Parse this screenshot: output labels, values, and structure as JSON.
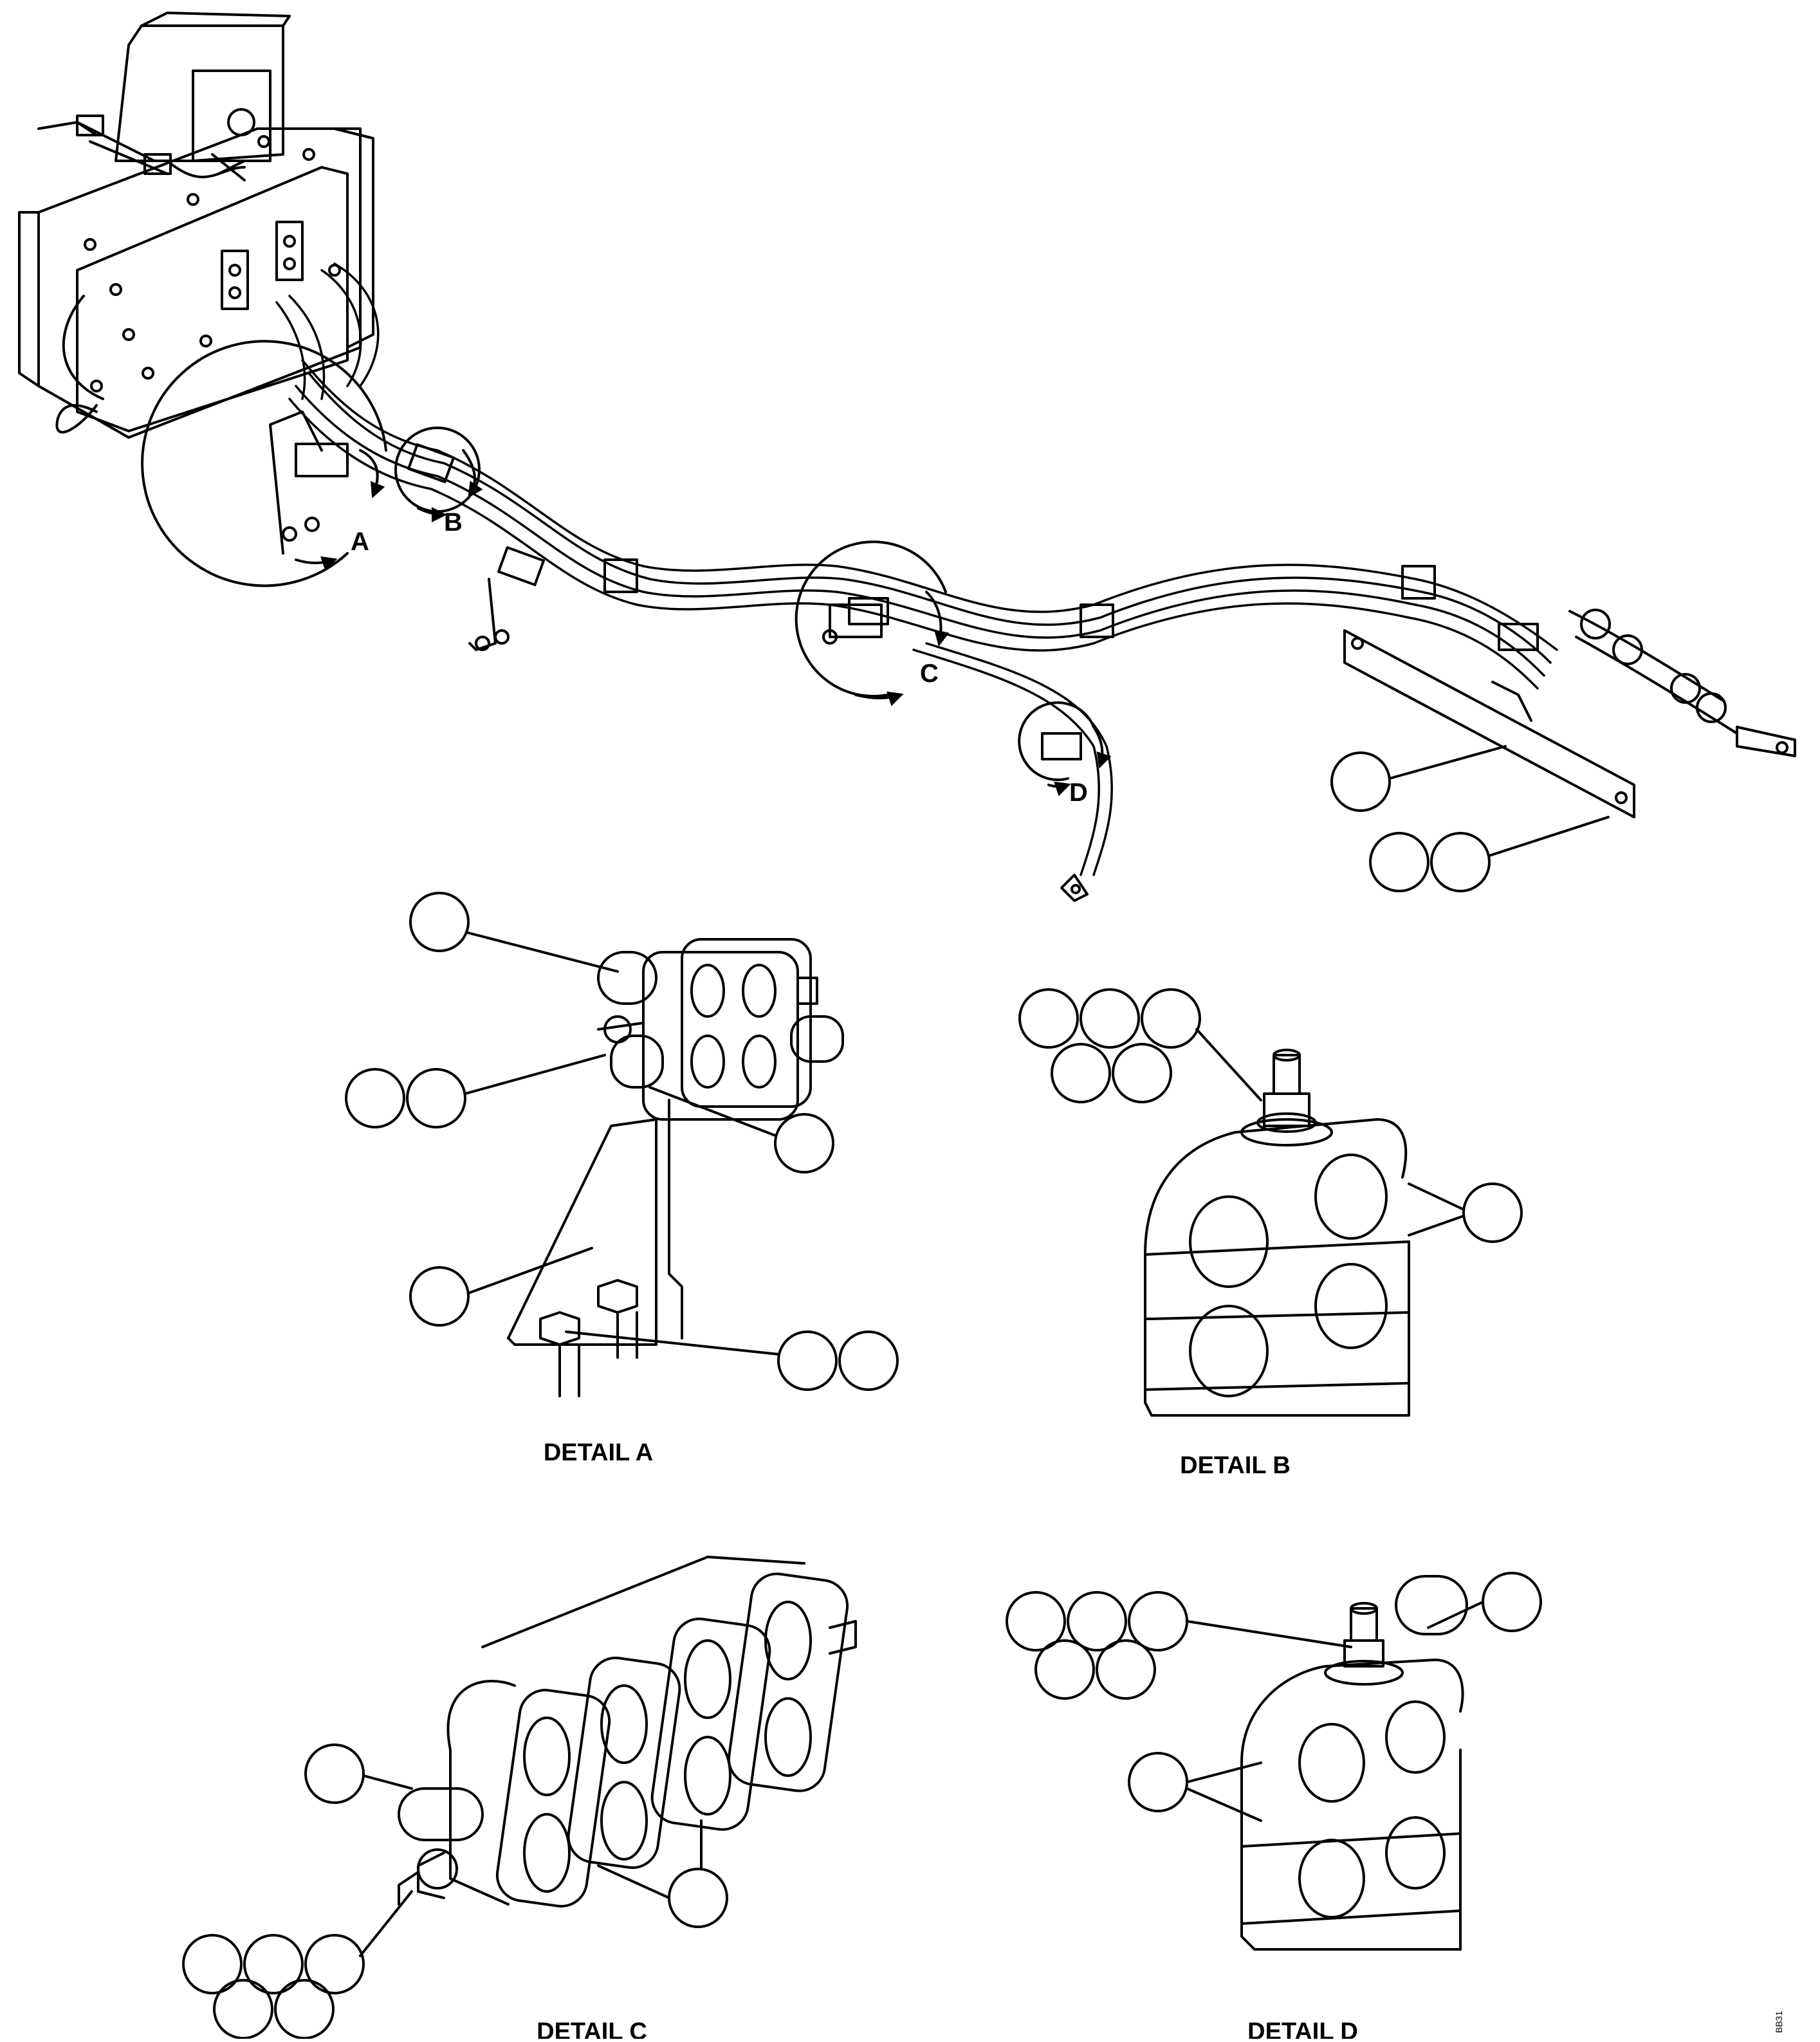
{
  "details": {
    "a": {
      "marker": "A",
      "caption": "DETAIL A"
    },
    "b": {
      "marker": "B",
      "caption": "DETAIL B"
    },
    "c": {
      "marker": "C",
      "caption": "DETAIL C"
    },
    "d": {
      "marker": "D",
      "caption": "DETAIL D"
    }
  },
  "figure_id": "BB31",
  "colors": {
    "line": "#000000",
    "background": "#ffffff"
  }
}
